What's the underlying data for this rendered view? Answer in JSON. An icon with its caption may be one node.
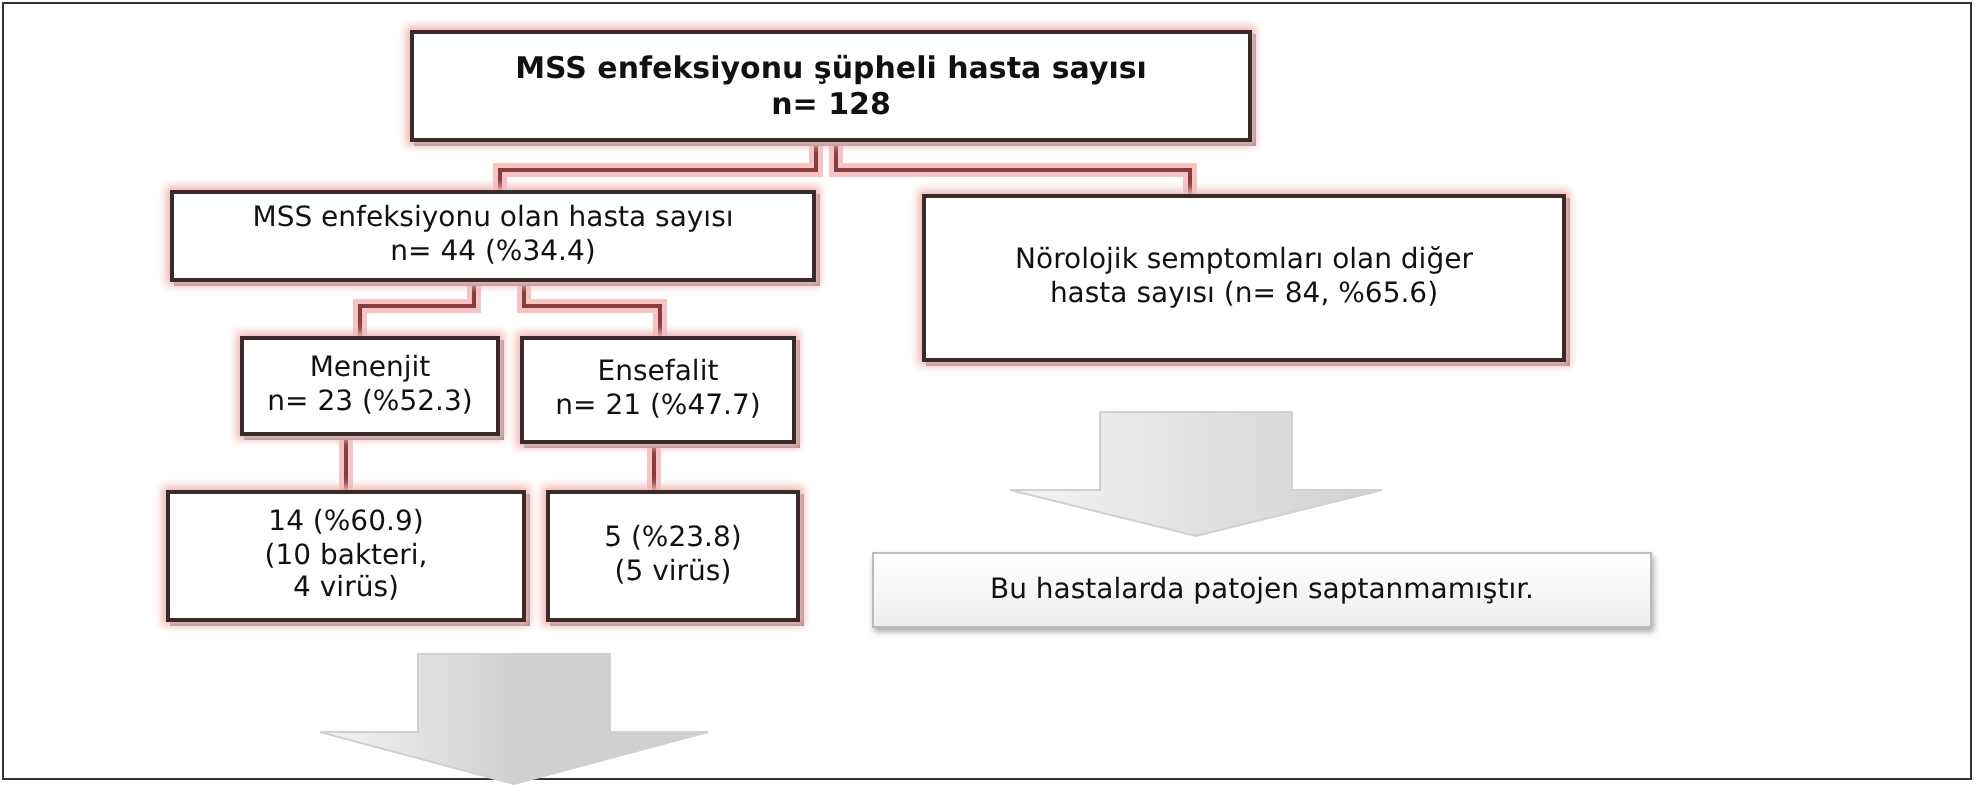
{
  "diagram": {
    "nodes": [
      {
        "text": [
          "MSS enfeksiyonu şüpheli hasta sayısı",
          "n= 128"
        ]
      },
      {
        "text": [
          "MSS enfeksiyonu olan hasta sayısı",
          "n= 44 (%34.4)"
        ]
      },
      {
        "text": [
          "Nörolojik semptomları olan diğer hasta sayısı (n= 84, %65.6)"
        ]
      },
      {
        "text": [
          "Menenjit",
          "n= 23 (%52.3)"
        ]
      },
      {
        "text": [
          "Ensefalit",
          "n= 21 (%47.7)"
        ]
      },
      {
        "text": [
          "14 (%60.9) (10 bakteri, 4 virüs)"
        ]
      },
      {
        "text": [
          "5 (%23.8) (5 virüs)"
        ]
      },
      {
        "text": [
          "Bu hastalarda patojen saptanmamıştır."
        ]
      }
    ],
    "edges": [
      {
        "from": 0,
        "to": 1,
        "arrow": "none"
      },
      {
        "from": 0,
        "to": 2,
        "arrow": "none"
      },
      {
        "from": 1,
        "to": 3,
        "arrow": "none"
      },
      {
        "from": 1,
        "to": 4,
        "arrow": "none"
      },
      {
        "from": 3,
        "to": 5,
        "arrow": "none"
      },
      {
        "from": 4,
        "to": 6,
        "arrow": "none"
      },
      {
        "from": 5,
        "to": null,
        "arrow": "to",
        "style": "thick",
        "color": "#d0d0d0"
      },
      {
        "from": 6,
        "to": null,
        "arrow": "to",
        "style": "thick",
        "color": "#d0d0d0"
      },
      {
        "from": 2,
        "to": 7,
        "arrow": "to",
        "style": "thick",
        "color": "#d0d0d0"
      }
    ]
  }
}
